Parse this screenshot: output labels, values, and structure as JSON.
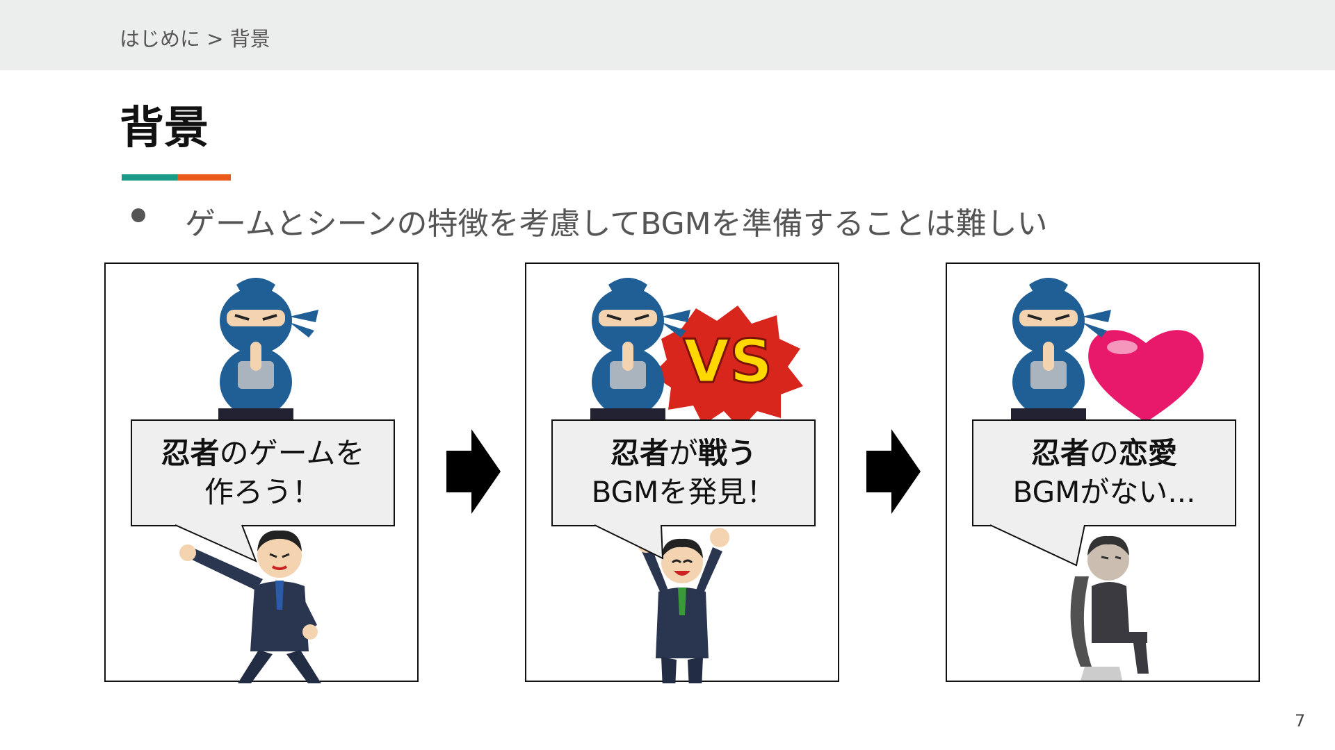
{
  "header": {
    "breadcrumb": "はじめに > 背景"
  },
  "slide": {
    "title": "背景",
    "bullet": "ゲームとシーンの特徴を考慮してBGMを準備することは難しい",
    "page_number": "7"
  },
  "colors": {
    "topbar": "#eceeee",
    "accent_teal": "#1a9b8a",
    "accent_orange": "#e8591a",
    "bubble_fill": "#efefef",
    "ninja_blue": "#1f5f95",
    "vs_red": "#d9261c",
    "vs_yellow": "#ffd800",
    "heart_pink": "#e8196b",
    "suit_navy": "#2a3550"
  },
  "panels": [
    {
      "illustration": [
        "ninja-icon",
        "businessman-pointing-icon"
      ],
      "bubble": {
        "line1_bold": "忍者",
        "line1_rest": "のゲームを",
        "line2": "作ろう！"
      }
    },
    {
      "illustration": [
        "ninja-icon",
        "vs-burst-icon",
        "businessman-cheering-icon"
      ],
      "vs_text": "VS",
      "bubble": {
        "line1_bold_a": "忍者",
        "line1_mid": "が",
        "line1_bold_b": "戦う",
        "line2": "BGMを発見！"
      }
    },
    {
      "illustration": [
        "ninja-icon",
        "heart-icon",
        "businessman-depressed-icon"
      ],
      "bubble": {
        "line1_bold_a": "忍者",
        "line1_mid": "の",
        "line1_bold_b": "恋愛",
        "line2": "BGMがない..."
      }
    }
  ],
  "arrows": [
    "right-arrow-icon",
    "right-arrow-icon"
  ]
}
